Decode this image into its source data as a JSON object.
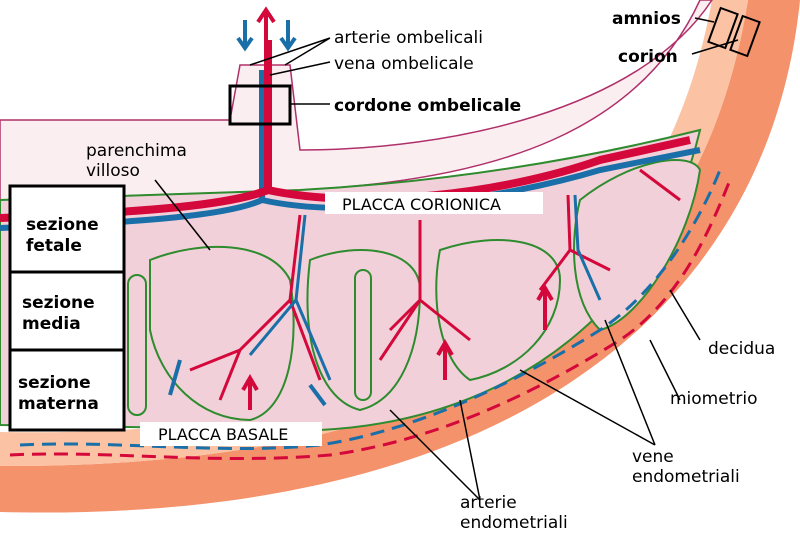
{
  "labels": {
    "arterie_ombelicali": "arterie ombelicali",
    "vena_ombelicale": "vena ombelicale",
    "cordone_ombelicale": "cordone ombelicale",
    "amnios": "amnios",
    "corion": "corion",
    "parenchima_1": "parenchima",
    "parenchima_2": "villoso",
    "placca_corionica": "PLACCA CORIONICA",
    "placca_basale": "PLACCA BASALE",
    "sezione_fetale_1": "sezione",
    "sezione_fetale_2": "fetale",
    "sezione_media_1": "sezione",
    "sezione_media_2": "media",
    "sezione_materna_1": "sezione",
    "sezione_materna_2": "materna",
    "decidua": "decidua",
    "miometrio": "miometrio",
    "vene_1": "vene",
    "vene_2": "endometriali",
    "arterie_1": "arterie",
    "arterie_2": "endometriali"
  },
  "colors": {
    "artery": "#d4083a",
    "vein": "#1a6fa8",
    "villus_outline": "#2e8b2e",
    "placenta": "#f1d0da",
    "decidua": "#fbc3a3",
    "myometrium": "#f4926c"
  }
}
